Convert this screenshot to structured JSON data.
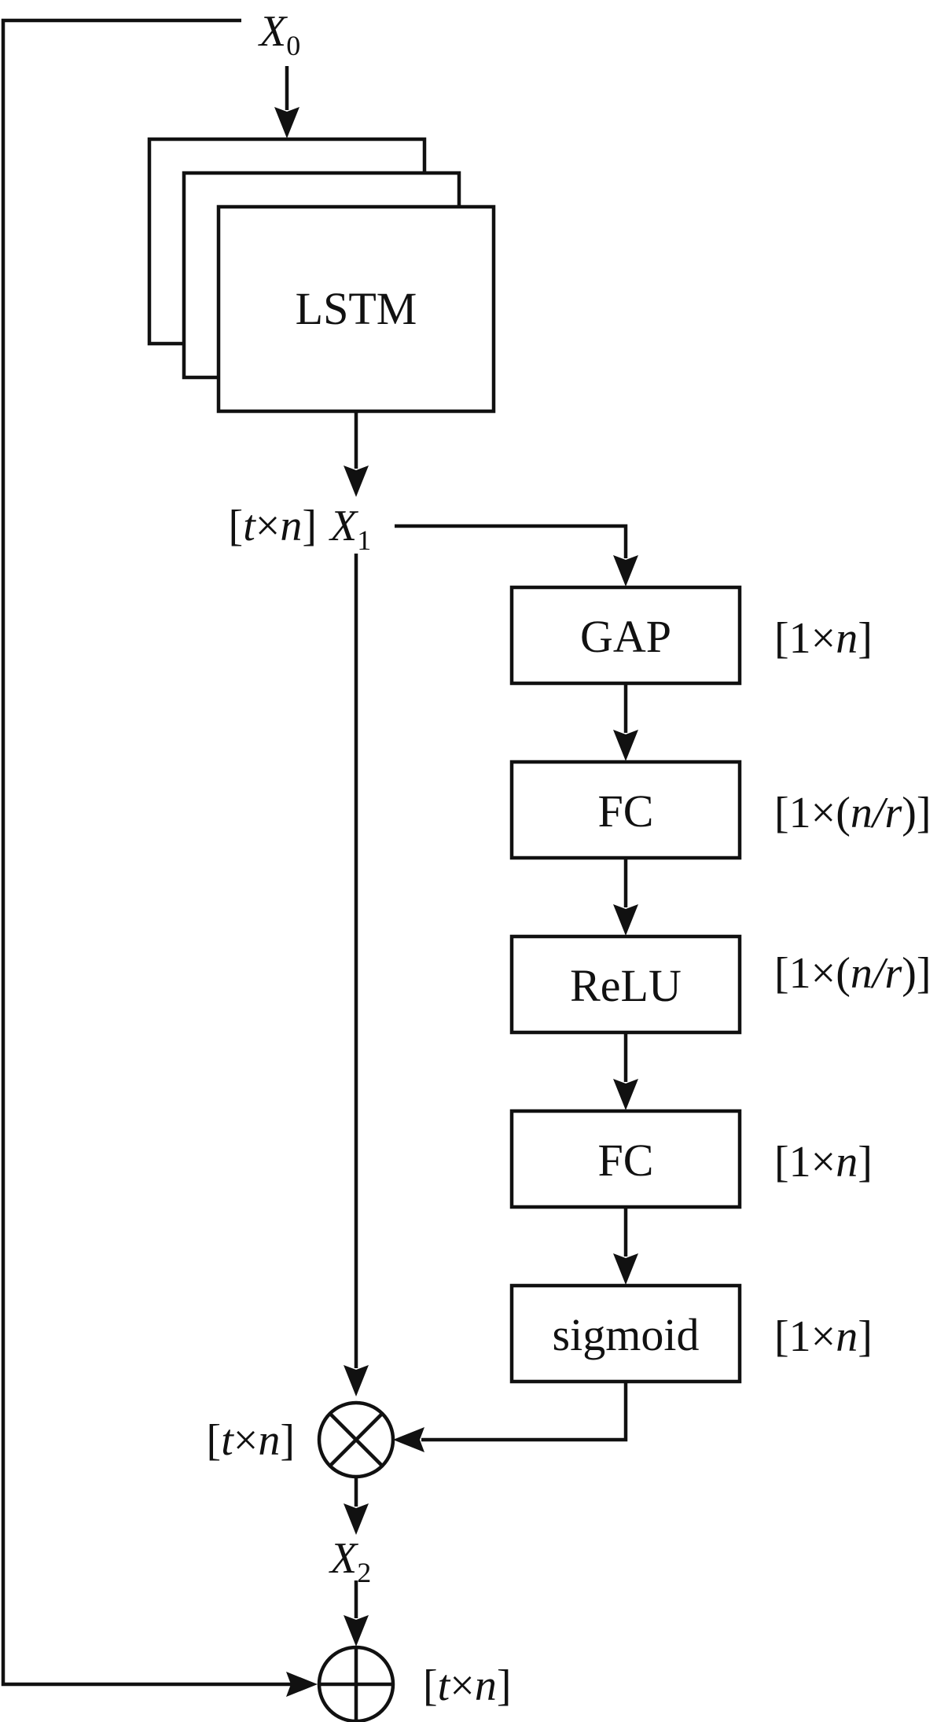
{
  "nodes": {
    "input": {
      "var": "X",
      "sub": "0"
    },
    "lstm": {
      "label": "LSTM"
    },
    "x1": {
      "var": "X",
      "sub": "1"
    },
    "x2": {
      "var": "X",
      "sub": "2"
    },
    "gap": {
      "label": "GAP"
    },
    "fc1": {
      "label": "FC"
    },
    "relu": {
      "label": "ReLU"
    },
    "fc2": {
      "label": "FC"
    },
    "sigmoid": {
      "label": "sigmoid"
    }
  },
  "dims": {
    "x1": {
      "open": "[",
      "a": "t",
      "times": "×",
      "b": "n",
      "close": "]"
    },
    "gap": {
      "open": "[1",
      "times": "×",
      "b": "n",
      "close": "]"
    },
    "fc1": {
      "open": "[1",
      "times": "×(",
      "b": "n/r",
      "close": ")]"
    },
    "relu": {
      "open": "[1",
      "times": "×(",
      "b": "n/r",
      "close": ")]"
    },
    "fc2": {
      "open": "[1",
      "times": "×",
      "b": "n",
      "close": "]"
    },
    "sigmoid": {
      "open": "[1",
      "times": "×",
      "b": "n",
      "close": "]"
    },
    "multiply": {
      "open": "[",
      "a": "t",
      "times": "×",
      "b": "n",
      "close": "]"
    },
    "add": {
      "open": "[",
      "a": "t",
      "times": "×",
      "b": "n",
      "close": "]"
    }
  },
  "operators": {
    "multiply": "element-wise-multiply",
    "add": "element-wise-add"
  }
}
